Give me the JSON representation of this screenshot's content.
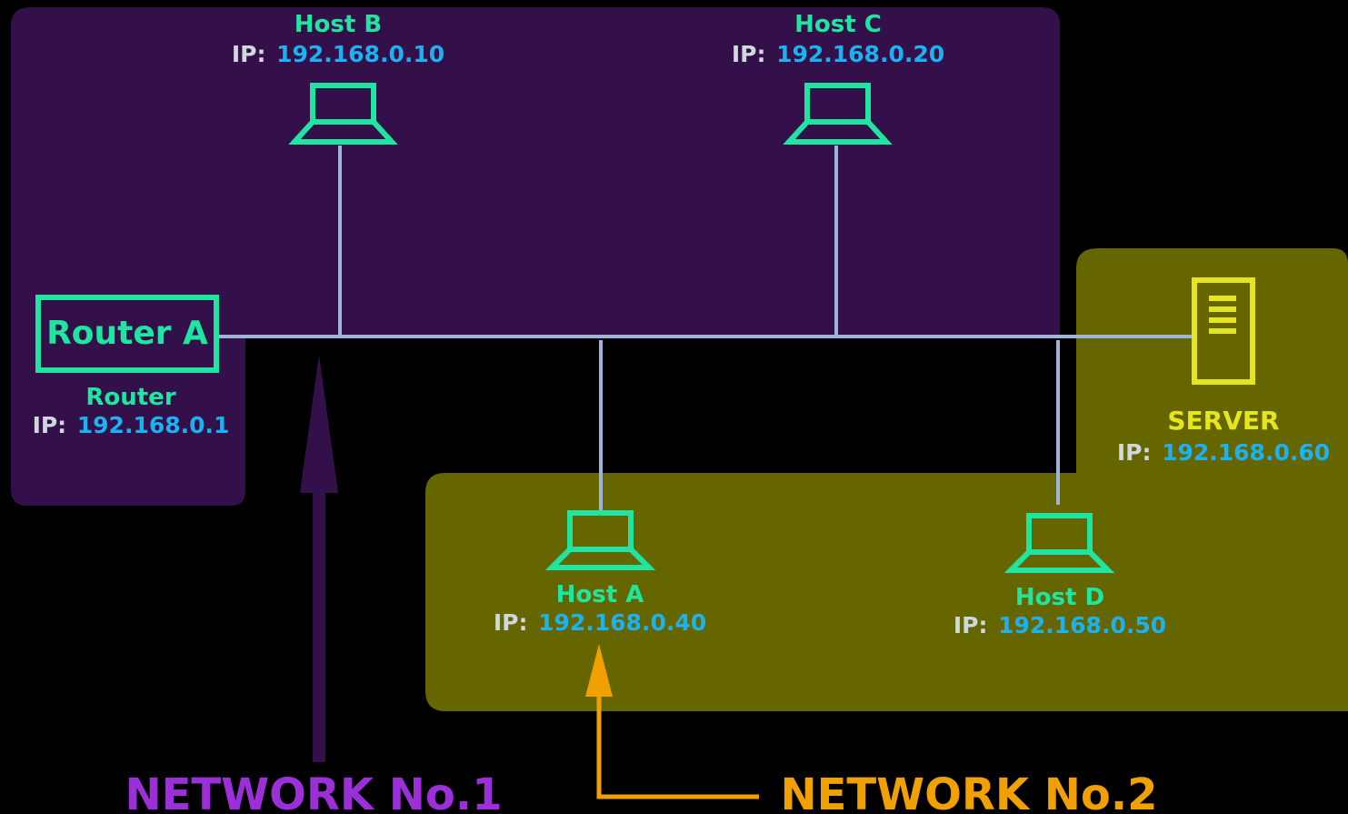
{
  "colors": {
    "background": "#000000",
    "network1_zone": "#33104a",
    "network2_zone": "#666600",
    "device": "#1ee6a0",
    "ip_value": "#1ab2f0",
    "ip_key": "#cfd8dc",
    "wire": "#9fb4d8",
    "server": "#e6e61e",
    "network1_label": "#9b30d9",
    "network2_label": "#f0a000",
    "network1_arrow": "#33104a",
    "network2_arrow": "#f0a000"
  },
  "router": {
    "box_label": "Router A",
    "name": "Router",
    "ip_key": "IP:",
    "ip": "192.168.0.1"
  },
  "hosts": {
    "b": {
      "name": "Host B",
      "ip_key": "IP:",
      "ip": "192.168.0.10",
      "icon": "laptop-icon"
    },
    "c": {
      "name": "Host C",
      "ip_key": "IP:",
      "ip": "192.168.0.20",
      "icon": "laptop-icon"
    },
    "a": {
      "name": "Host A",
      "ip_key": "IP:",
      "ip": "192.168.0.40",
      "icon": "laptop-icon"
    },
    "d": {
      "name": "Host D",
      "ip_key": "IP:",
      "ip": "192.168.0.50",
      "icon": "laptop-icon"
    }
  },
  "server": {
    "name": "SERVER",
    "ip_key": "IP:",
    "ip": "192.168.0.60",
    "icon": "server-icon"
  },
  "networks": {
    "one": "NETWORK No.1",
    "two": "NETWORK No.2"
  }
}
